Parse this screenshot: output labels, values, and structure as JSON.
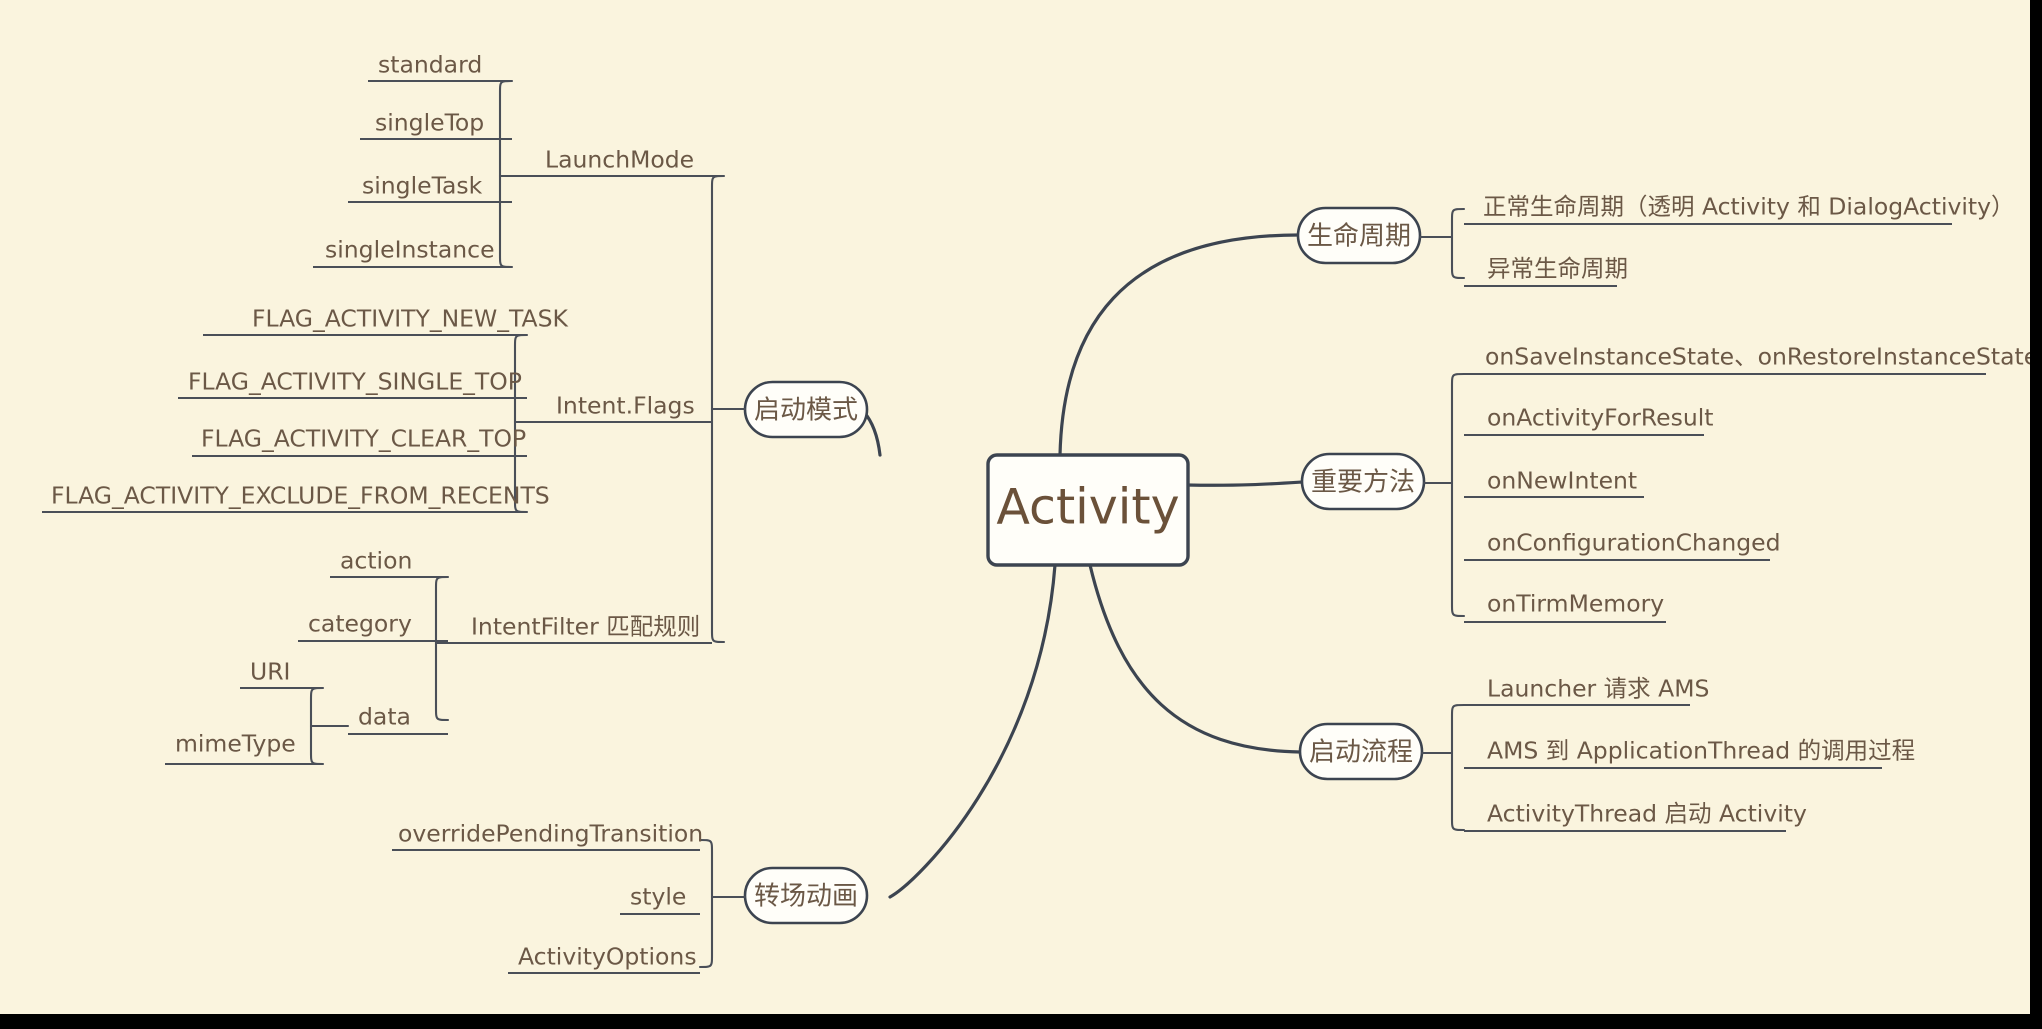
{
  "canvas": {
    "background_color": "#FAF4DE",
    "line_color": "#3C4450",
    "text_color": "#6B5846",
    "node_fill": "#FFFEF9"
  },
  "root": {
    "label": "Activity"
  },
  "branches": {
    "launch_mode": {
      "label": "启动模式",
      "children": [
        {
          "label": "LaunchMode",
          "children": [
            {
              "label": "standard"
            },
            {
              "label": "singleTop"
            },
            {
              "label": "singleTask"
            },
            {
              "label": "singleInstance"
            }
          ]
        },
        {
          "label": "Intent.Flags",
          "children": [
            {
              "label": "FLAG_ACTIVITY_NEW_TASK"
            },
            {
              "label": "FLAG_ACTIVITY_SINGLE_TOP"
            },
            {
              "label": "FLAG_ACTIVITY_CLEAR_TOP"
            },
            {
              "label": "FLAG_ACTIVITY_EXCLUDE_FROM_RECENTS"
            }
          ]
        },
        {
          "label": "IntentFilter 匹配规则",
          "children": [
            {
              "label": "action"
            },
            {
              "label": "category"
            },
            {
              "label": "data",
              "children": [
                {
                  "label": "URI"
                },
                {
                  "label": "mimeType"
                }
              ]
            }
          ]
        }
      ]
    },
    "transition_animation": {
      "label": "转场动画",
      "children": [
        {
          "label": "overridePendingTransition"
        },
        {
          "label": "style"
        },
        {
          "label": "ActivityOptions"
        }
      ]
    },
    "lifecycle": {
      "label": "生命周期",
      "children": [
        {
          "label": "正常生命周期（透明 Activity 和 DialogActivity）"
        },
        {
          "label": "异常生命周期"
        }
      ]
    },
    "important_methods": {
      "label": "重要方法",
      "children": [
        {
          "label": "onSaveInstanceState、onRestoreInstanceState"
        },
        {
          "label": "onActivityForResult"
        },
        {
          "label": "onNewIntent"
        },
        {
          "label": "onConfigurationChanged"
        },
        {
          "label": "onTirmMemory"
        }
      ]
    },
    "startup_flow": {
      "label": "启动流程",
      "children": [
        {
          "label": "Launcher 请求 AMS"
        },
        {
          "label": "AMS 到 ApplicationThread 的调用过程"
        },
        {
          "label": "ActivityThread 启动 Activity"
        }
      ]
    }
  }
}
